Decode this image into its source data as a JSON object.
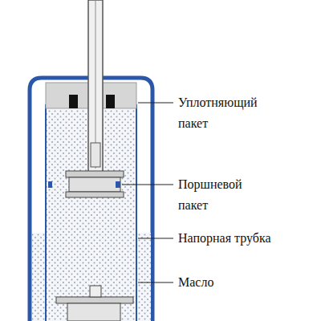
{
  "diagram": {
    "labels": [
      "Уплотняющий пакет",
      "Поршневой пакет",
      "Напорная трубка",
      "Масло"
    ]
  }
}
